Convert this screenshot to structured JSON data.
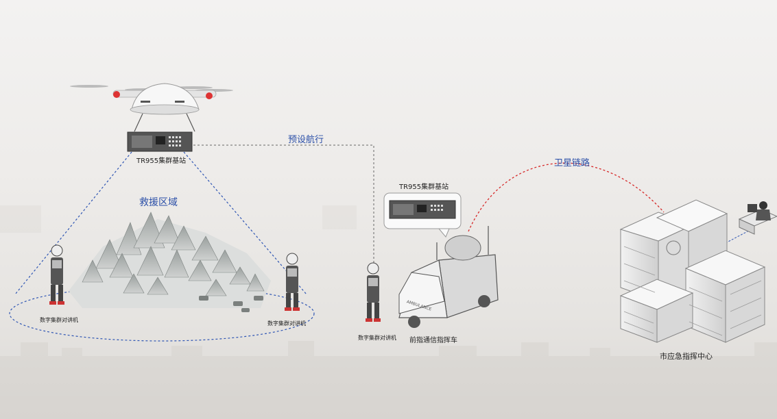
{
  "labels": {
    "preset_route": "预设航行",
    "satellite_link": "卫星链路",
    "rescue_area": "救援区域",
    "drone_base_station": "TR955集群基站",
    "vehicle_base_station": "TR955集群基站",
    "radio_left": "数字集群对讲机",
    "radio_right": "数字集群对讲机",
    "radio_center": "数字集群对讲机",
    "command_vehicle": "前指通信指挥车",
    "city_command_center": "市应急指挥中心",
    "ambulance_text": "AMBULANCE"
  },
  "colors": {
    "blue_link": "#2e55b3",
    "red_link": "#d62828",
    "gray_link": "#666666"
  }
}
